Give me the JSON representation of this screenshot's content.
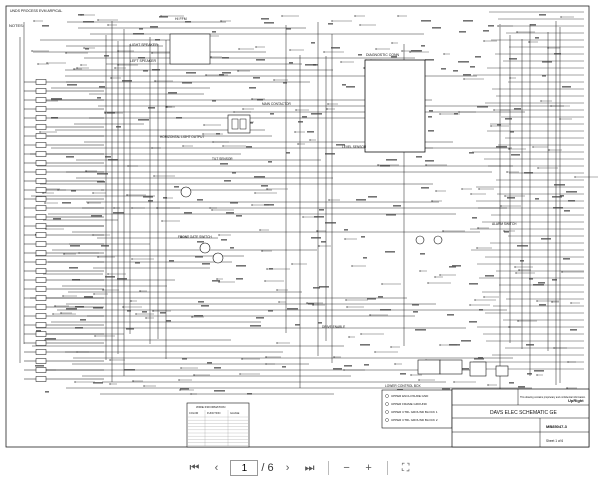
{
  "sheet": {
    "header_note": "UNDS PROCESS EVM ARPICAL",
    "notes_label": "NOTES:",
    "top_labels": [
      "HI FFM",
      "LIGHT SPEAKER",
      "LEFT SPEAKER"
    ],
    "right_block_title": "DIAGNOSTIC CONN",
    "center_labels": [
      "HORIZONTAL LIGHT OUTPUT",
      "TILT SENSOR",
      "MAIN CONTACTOR",
      "LEVEL SENSOR",
      "ALARM SWITCH",
      "FRONT GATE SWITCH",
      "DRIVE ENABLE"
    ],
    "legend_title": "LOWER CONTROL BOX",
    "legend_items": [
      "UPPER ENCLOSURE GND",
      "UPPER FRAME GROUND",
      "UPPER CTRL GROUND BLOCK 1",
      "UPPER CTRL GROUND BLOCK 2"
    ],
    "wire_table_title": "WIRE INFORMATION",
    "wire_table_headers": [
      "COLOR",
      "FUNCTION",
      "GAUGE"
    ],
    "title_block": {
      "company": "UpRight",
      "title": "DAVS ELEC SCHEMATIC GE",
      "doc_no": "MB85047-3",
      "sheet": "Sheet 1 of 6",
      "notice": "This drawing contains proprietary and confidential information."
    }
  },
  "toolbar": {
    "page_current": "1",
    "page_sep": "/",
    "page_total": "6",
    "icons": [
      "first-page-icon",
      "previous-page-icon",
      "next-page-icon",
      "last-page-icon",
      "zoom-out-icon",
      "zoom-in-icon",
      "fullscreen-icon"
    ]
  }
}
